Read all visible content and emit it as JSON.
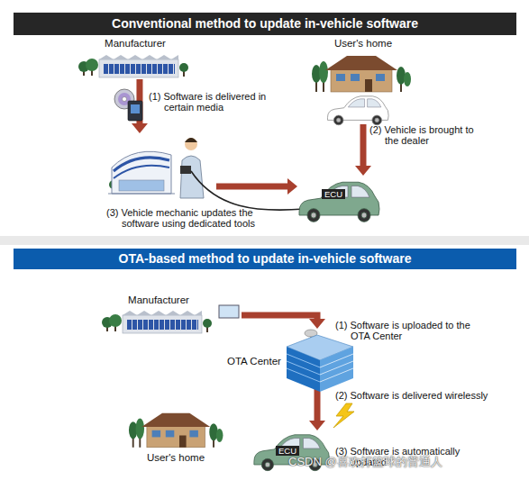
{
  "diagram": {
    "nodes": [
      {
        "text": [
          "Conventional method to update in-vehicle software"
        ]
      },
      {
        "text": [
          "Manufacturer"
        ]
      },
      {
        "text": [
          "User's home"
        ]
      },
      {
        "text": [
          "(3) Vehicle mechanic updates the software using dedicated tools"
        ]
      },
      {
        "text": [
          "ECU"
        ]
      },
      {
        "text": [
          "OTA-based method to update in-vehicle software"
        ]
      },
      {
        "text": [
          "Manufacturer"
        ]
      },
      {
        "text": [
          "OTA Center"
        ]
      },
      {
        "text": [
          "User's home"
        ]
      },
      {
        "text": [
          "ECU",
          "(3) Software is automatically updated"
        ]
      }
    ],
    "edges": [
      {
        "from": 1,
        "to": 3,
        "arrow": "to",
        "label": "(1) Software is delivered in certain media"
      },
      {
        "from": 2,
        "to": 4,
        "arrow": "to",
        "label": "(2) Vehicle is brought to the dealer"
      },
      {
        "from": 3,
        "to": 4,
        "arrow": "to"
      },
      {
        "from": 6,
        "to": 7,
        "arrow": "to",
        "label": "(1) Software is uploaded to the OTA Center"
      },
      {
        "from": 7,
        "to": 9,
        "arrow": "to",
        "label": "(2) Software is delivered wirelessly"
      }
    ],
    "labels": [
      "CSDN @喜欢打篮球的普通人"
    ]
  }
}
